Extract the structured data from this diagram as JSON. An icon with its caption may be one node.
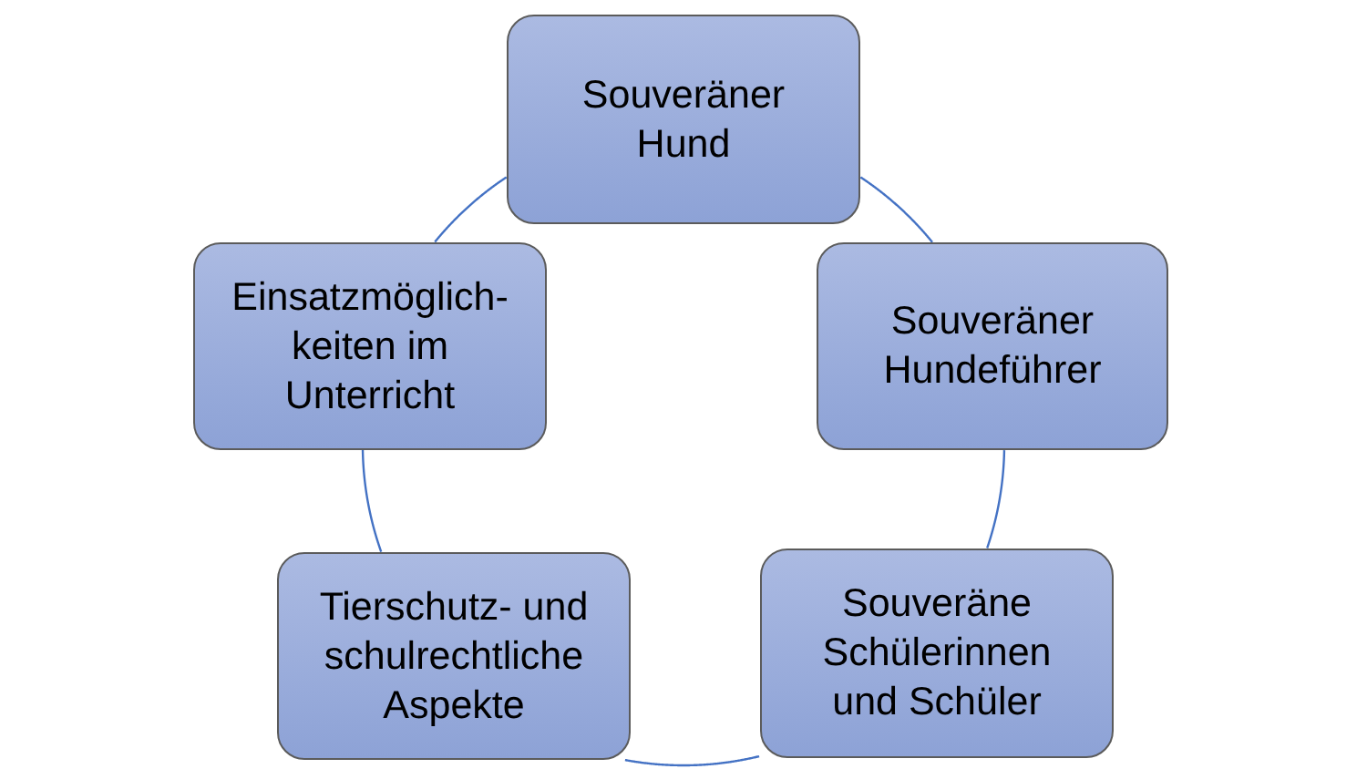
{
  "diagram": {
    "nodes": [
      {
        "text": [
          "Souveräner Hund"
        ]
      },
      {
        "text": [
          "Einsatzmöglich- keiten im Unterricht"
        ]
      },
      {
        "text": [
          "Souveräner Hundeführer"
        ]
      },
      {
        "text": [
          "Tierschutz- und schulrechtliche Aspekte"
        ]
      },
      {
        "text": [
          "Souveräne Schülerinnen und Schüler"
        ]
      }
    ],
    "edges": [
      {
        "from": 0,
        "to": 2,
        "arrow": "none"
      },
      {
        "from": 2,
        "to": 4,
        "arrow": "none"
      },
      {
        "from": 4,
        "to": 3,
        "arrow": "none"
      },
      {
        "from": 3,
        "to": 1,
        "arrow": "none"
      },
      {
        "from": 1,
        "to": 0,
        "arrow": "none"
      }
    ]
  }
}
